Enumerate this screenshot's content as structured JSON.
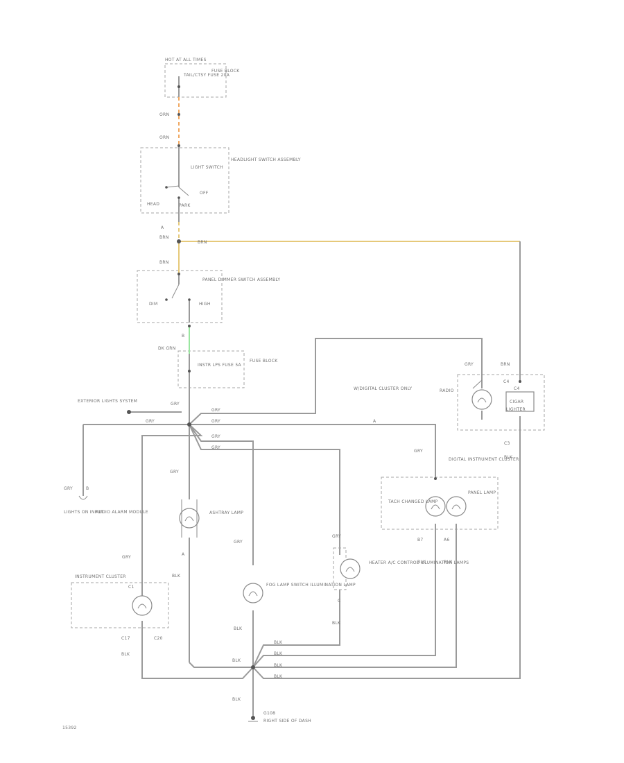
{
  "colors": {
    "wire": "#9a9a9a",
    "orange_wire": "#f0a860",
    "yellow_wire": "#e6c97a",
    "green_wire": "#9ae6a0",
    "box_dash": "#a5a5a5",
    "text": "#6f6f6f"
  },
  "labels": {
    "fuse_block_top_hot": "HOT AT ALL TIMES",
    "fuse_block_top_fuse": "TAIL/CTSY FUSE 20A",
    "fuse_block_top_name": "FUSE BLOCK",
    "wire_orn_1": "ORN",
    "wire_orn_2": "ORN",
    "headlight_switch": "HEADLIGHT SWITCH ASSEMBLY",
    "light_switch": "LIGHT SWITCH",
    "off": "OFF",
    "head": "HEAD",
    "park": "PARK",
    "a_conn": "A",
    "wire_brn_1": "BRN",
    "wire_brn_run": "BRN",
    "wire_brn_2": "BRN",
    "panel_dimmer": "PANEL DIMMER SWITCH ASSEMBLY",
    "dim": "DIM",
    "high": "HIGH",
    "b_conn": "B",
    "dk_grn": "DK GRN",
    "fuse_block_mid_fuse": "INSTR LPS FUSE 5A",
    "fuse_block_mid_name": "FUSE BLOCK",
    "exterior_lights": "EXTERIOR LIGHTS SYSTEM",
    "gry_main": "GRY",
    "gry_left": "GRY",
    "gry_b1": "GRY",
    "gry_b2": "GRY",
    "gry_b3": "GRY",
    "gry_b4": "GRY",
    "w_digital": "W/DIGITAL CLUSTER ONLY",
    "a_small": "A",
    "gry_radio": "GRY",
    "radio": "RADIO",
    "brn_radio": "BRN",
    "c4": "C4",
    "c3": "C3",
    "c4_box": "C4",
    "cigar": "CIGAR",
    "lighter": "LIGHTER",
    "blk_c3": "BLK",
    "gry_lights_on": "GRY",
    "b_lights_on": "B",
    "lights_on_input": "LIGHTS ON INPUT",
    "audio_alarm": "AUDIO ALARM MODULE",
    "gry_ashtray": "GRY",
    "ashtray_lamp": "ASHTRAY LAMP",
    "a_ashtray": "A",
    "blk_ashtray": "BLK",
    "gry_fog": "GRY",
    "fog_lamp": "FOG LAMP SWITCH ILLUMINATION LAMP",
    "blk_fog": "BLK",
    "gry_heater": "GRY",
    "heater": "HEATER A/C CONTROL ILLUMINATION LAMPS",
    "c_heater": "C",
    "blk_heater": "BLK",
    "gry_digital": "GRY",
    "digital_instr": "DIGITAL INSTRUMENT CLUSTER",
    "tach_lamp": "TACH CHANGED LAMP",
    "panel_lamp": "PANEL LAMP",
    "b7": "B7",
    "a6": "A6",
    "blk_b7": "BLK",
    "blk_a6": "BLK",
    "gry_instr": "GRY",
    "instr_cluster": "INSTRUMENT CLUSTER",
    "c1": "C1",
    "c17": "C17",
    "c20": "C20",
    "blk_instr": "BLK",
    "blk_s1": "BLK",
    "blk_s2": "BLK",
    "blk_s3": "BLK",
    "blk_s4": "BLK",
    "blk_splice": "BLK",
    "blk_ground": "BLK",
    "ground": "G108",
    "ground_loc": "RIGHT SIDE OF DASH",
    "page_num": "15392"
  }
}
